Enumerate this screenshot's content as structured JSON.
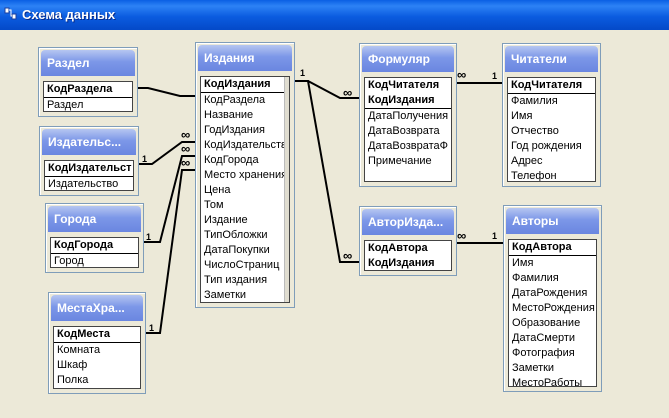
{
  "window": {
    "title": "Схема данных"
  },
  "tables": {
    "razdel": {
      "title": "Раздел",
      "fields": [
        {
          "name": "КодРаздела",
          "key": true
        },
        {
          "name": "Раздел",
          "key": false
        }
      ]
    },
    "izdatelstvo": {
      "title": "Издательс...",
      "fields": [
        {
          "name": "КодИздательст",
          "key": true
        },
        {
          "name": "Издательство",
          "key": false
        }
      ]
    },
    "gorod": {
      "title": "Города",
      "fields": [
        {
          "name": "КодГорода",
          "key": true
        },
        {
          "name": "Город",
          "key": false
        }
      ]
    },
    "mesta": {
      "title": "МестаХра...",
      "fields": [
        {
          "name": "КодМеста",
          "key": true
        },
        {
          "name": "Комната",
          "key": false
        },
        {
          "name": "Шкаф",
          "key": false
        },
        {
          "name": "Полка",
          "key": false
        }
      ]
    },
    "izdaniya": {
      "title": "Издания",
      "fields": [
        {
          "name": "КодИздания",
          "key": true
        },
        {
          "name": "КодРаздела",
          "key": false
        },
        {
          "name": "Название",
          "key": false
        },
        {
          "name": "ГодИздания",
          "key": false
        },
        {
          "name": "КодИздательстε",
          "key": false
        },
        {
          "name": "КодГорода",
          "key": false
        },
        {
          "name": "Место хранения",
          "key": false
        },
        {
          "name": "Цена",
          "key": false
        },
        {
          "name": "Том",
          "key": false
        },
        {
          "name": "Издание",
          "key": false
        },
        {
          "name": "ТипОбложки",
          "key": false
        },
        {
          "name": "ДатаПокупки",
          "key": false
        },
        {
          "name": "ЧислоСтраниц",
          "key": false
        },
        {
          "name": "Тип издания",
          "key": false
        },
        {
          "name": "Заметки",
          "key": false
        }
      ]
    },
    "formulyar": {
      "title": "Формуляр",
      "fields": [
        {
          "name": "КодЧитателя",
          "key": true
        },
        {
          "name": "КодИздания",
          "key": true
        },
        {
          "name": "ДатаПолучения",
          "key": false
        },
        {
          "name": "ДатаВозврата",
          "key": false
        },
        {
          "name": "ДатаВозвратаФ",
          "key": false
        },
        {
          "name": "Примечание",
          "key": false
        }
      ]
    },
    "chitateli": {
      "title": "Читатели",
      "fields": [
        {
          "name": "КодЧитателя",
          "key": true
        },
        {
          "name": "Фамилия",
          "key": false
        },
        {
          "name": "Имя",
          "key": false
        },
        {
          "name": "Отчество",
          "key": false
        },
        {
          "name": "Год рождения",
          "key": false
        },
        {
          "name": "Адрес",
          "key": false
        },
        {
          "name": "Телефон",
          "key": false
        }
      ]
    },
    "avtorizd": {
      "title": "АвторИзда...",
      "fields": [
        {
          "name": "КодАвтора",
          "key": true
        },
        {
          "name": "КодИздания",
          "key": true
        }
      ]
    },
    "avtory": {
      "title": "Авторы",
      "fields": [
        {
          "name": "КодАвтора",
          "key": true
        },
        {
          "name": "Имя",
          "key": false
        },
        {
          "name": "Фамилия",
          "key": false
        },
        {
          "name": "ДатаРождения",
          "key": false
        },
        {
          "name": "МестоРождения",
          "key": false
        },
        {
          "name": "Образование",
          "key": false
        },
        {
          "name": "ДатаСмерти",
          "key": false
        },
        {
          "name": "Фотография",
          "key": false
        },
        {
          "name": "Заметки",
          "key": false
        },
        {
          "name": "МестоРаботы",
          "key": false
        }
      ]
    }
  },
  "relationship_labels": {
    "one": "1",
    "many": "∞"
  }
}
